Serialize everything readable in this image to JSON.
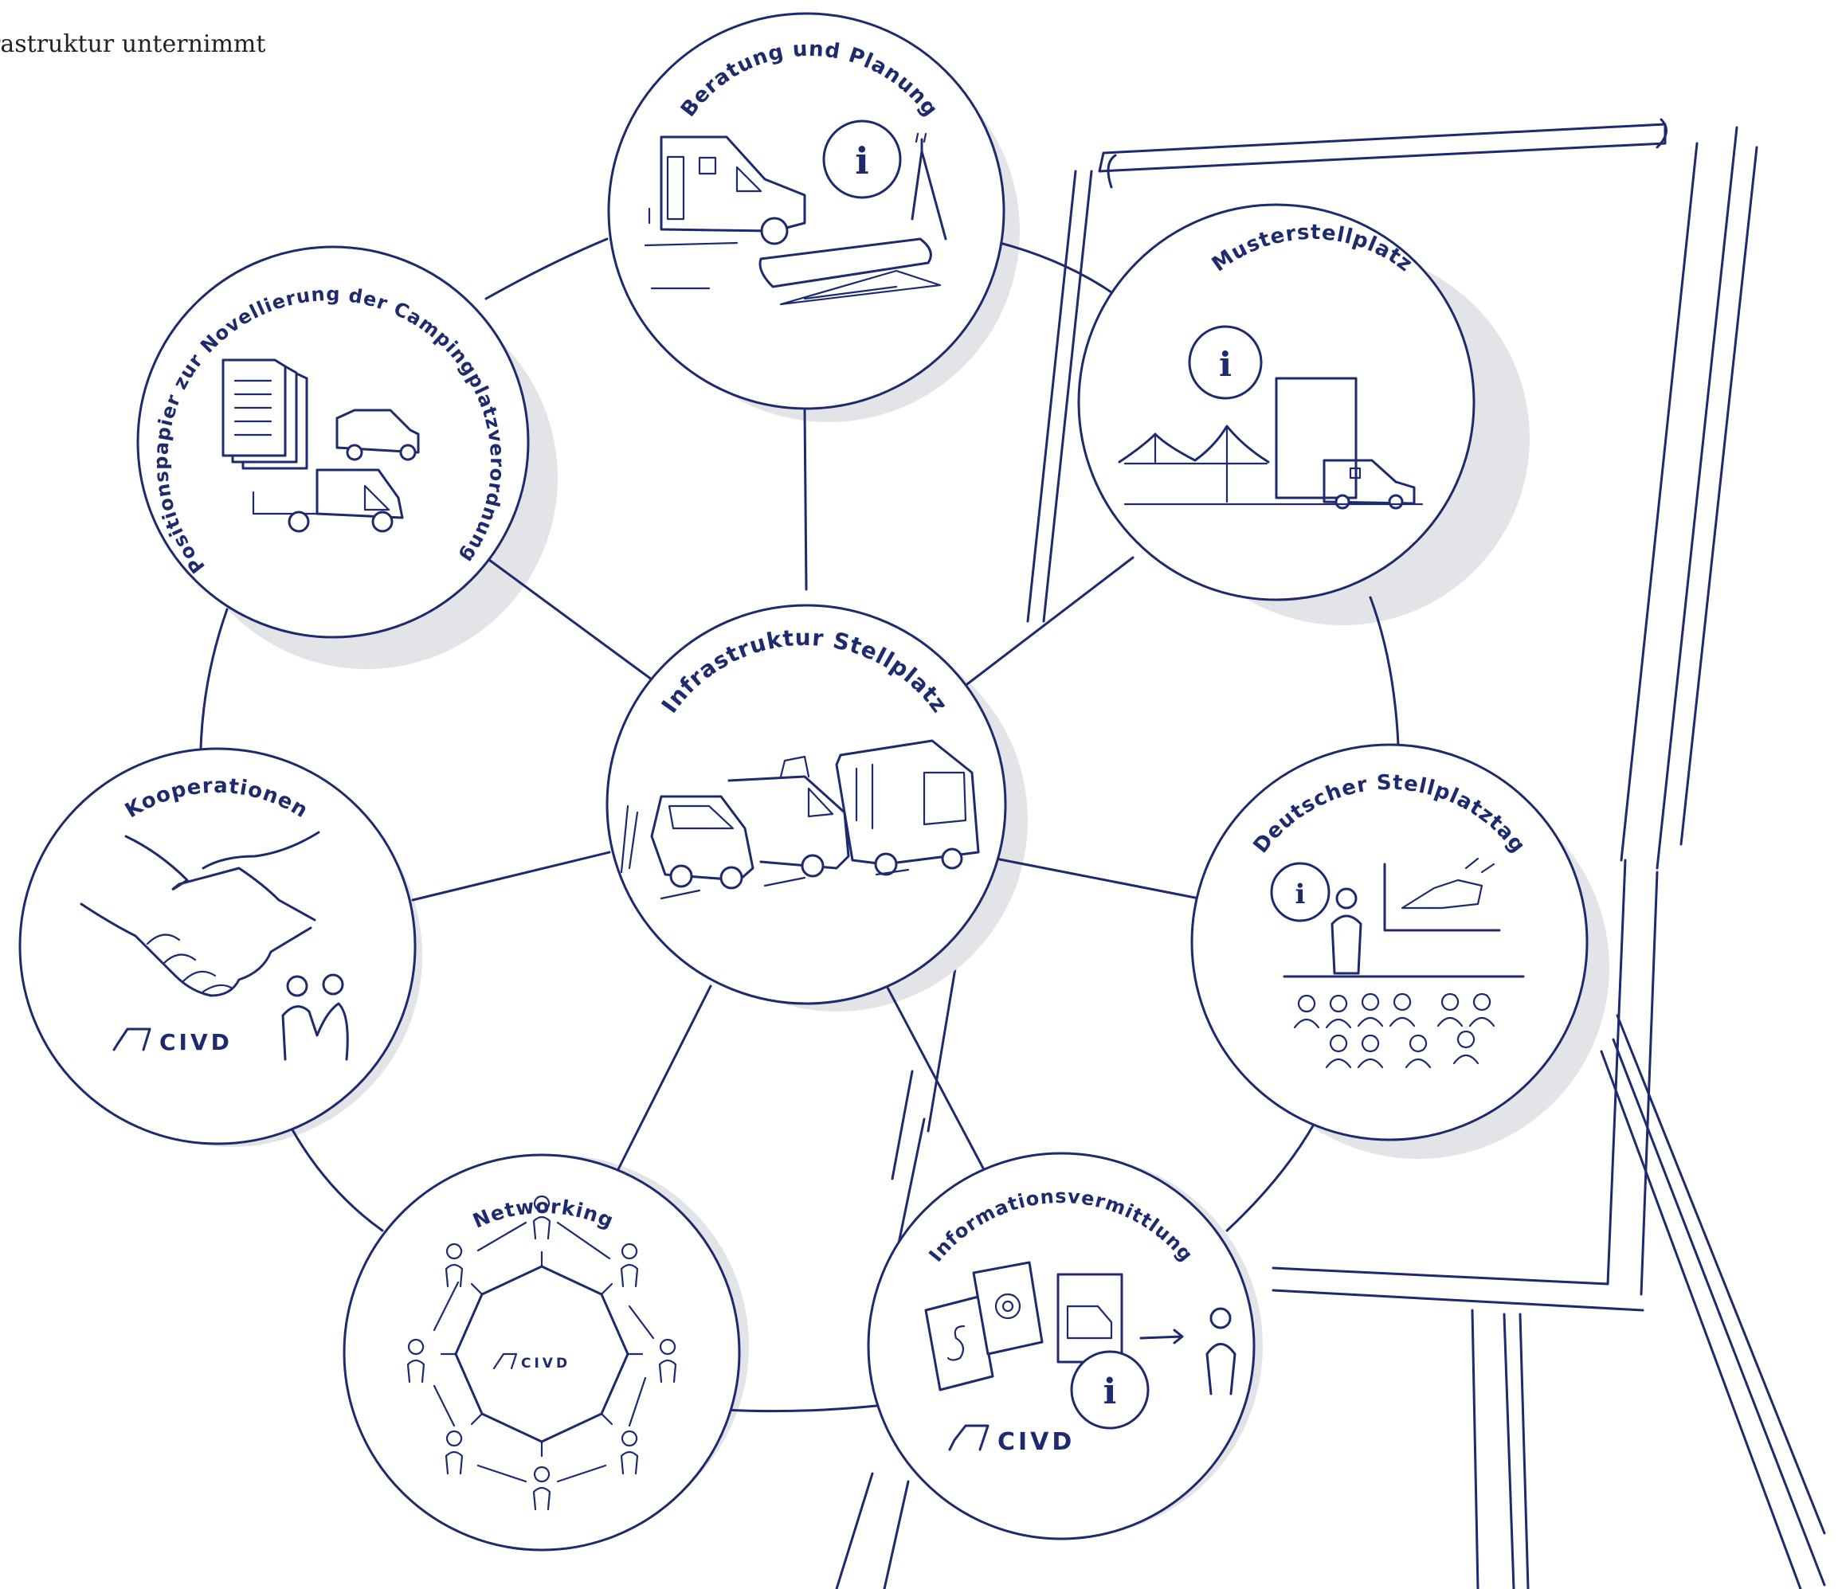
{
  "intro_text": "rastruktur unternimmt",
  "colors": {
    "ink": "#1d2b6e",
    "shadow": "#e3e4e8",
    "background": "#ffffff"
  },
  "center": {
    "title": "Infrastruktur Stellplatz"
  },
  "nodes": [
    {
      "id": "beratung",
      "title": "Beratung und Planung"
    },
    {
      "id": "musterstellplatz",
      "title": "Musterstellplatz"
    },
    {
      "id": "stellplatztag",
      "title": "Deutscher Stellplatztag"
    },
    {
      "id": "informationsvermittlung",
      "title": "Informationsvermittlung"
    },
    {
      "id": "networking",
      "title": "Networking"
    },
    {
      "id": "kooperationen",
      "title": "Kooperationen"
    },
    {
      "id": "positionspapier",
      "title": "Positionspapier zur Novellierung der Campingplatzverordnung"
    }
  ],
  "logo_text": "CIVD",
  "icons": [
    "info-icon",
    "motorhome-icon",
    "handshake-icon",
    "people-icon",
    "document-icon",
    "gear-icon",
    "tent-icon",
    "bus-icon",
    "van-icon"
  ]
}
